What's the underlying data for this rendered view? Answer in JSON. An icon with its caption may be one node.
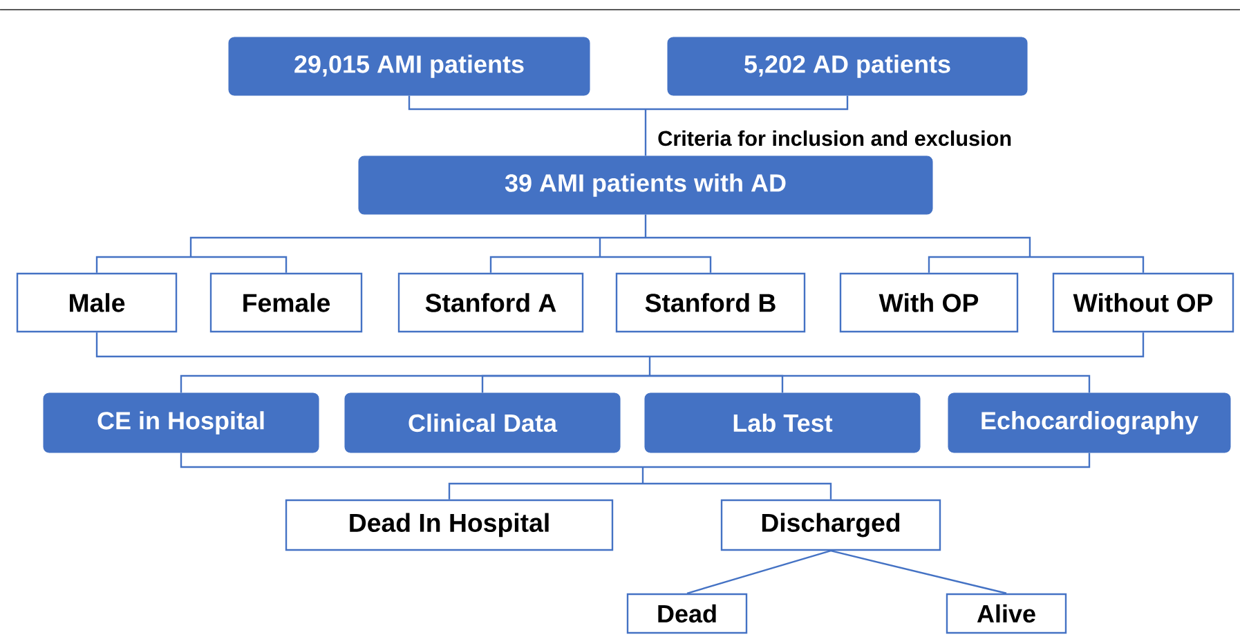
{
  "diagram": {
    "nodes": [
      {
        "text": [
          "29,015 AMI patients"
        ]
      },
      {
        "text": [
          "5,202 AD patients"
        ]
      },
      {
        "text": [
          "39 AMI patients with AD"
        ]
      },
      {
        "text": [
          "Male"
        ]
      },
      {
        "text": [
          "Female"
        ]
      },
      {
        "text": [
          "Stanford A"
        ]
      },
      {
        "text": [
          "Stanford B"
        ]
      },
      {
        "text": [
          "With OP"
        ]
      },
      {
        "text": [
          "Without OP"
        ]
      },
      {
        "text": [
          "CE in Hospital"
        ]
      },
      {
        "text": [
          "Clinical Data"
        ]
      },
      {
        "text": [
          "Lab Test"
        ]
      },
      {
        "text": [
          "Echocardiography"
        ]
      },
      {
        "text": [
          "Dead In Hospital"
        ]
      },
      {
        "text": [
          "Discharged"
        ]
      },
      {
        "text": [
          "Dead"
        ]
      },
      {
        "text": [
          "Alive"
        ]
      }
    ],
    "edges": [
      {
        "from": 0,
        "to": 2,
        "arrow": "none"
      },
      {
        "from": 1,
        "to": 2,
        "arrow": "none"
      },
      {
        "from": 2,
        "to": 3,
        "arrow": "none"
      },
      {
        "from": 2,
        "to": 4,
        "arrow": "none"
      },
      {
        "from": 2,
        "to": 5,
        "arrow": "none"
      },
      {
        "from": 2,
        "to": 6,
        "arrow": "none"
      },
      {
        "from": 2,
        "to": 7,
        "arrow": "none"
      },
      {
        "from": 2,
        "to": 8,
        "arrow": "none"
      },
      {
        "from": 3,
        "to": 9,
        "arrow": "none"
      },
      {
        "from": 3,
        "to": 10,
        "arrow": "none"
      },
      {
        "from": 3,
        "to": 11,
        "arrow": "none"
      },
      {
        "from": 3,
        "to": 12,
        "arrow": "none"
      },
      {
        "from": 8,
        "to": 9,
        "arrow": "none"
      },
      {
        "from": 8,
        "to": 10,
        "arrow": "none"
      },
      {
        "from": 8,
        "to": 11,
        "arrow": "none"
      },
      {
        "from": 8,
        "to": 12,
        "arrow": "none"
      },
      {
        "from": 9,
        "to": 13,
        "arrow": "none"
      },
      {
        "from": 9,
        "to": 14,
        "arrow": "none"
      },
      {
        "from": 12,
        "to": 13,
        "arrow": "none"
      },
      {
        "from": 12,
        "to": 14,
        "arrow": "none"
      },
      {
        "from": 14,
        "to": 15,
        "arrow": "none"
      },
      {
        "from": 14,
        "to": 16,
        "arrow": "none"
      }
    ],
    "labels": [
      "Criteria for inclusion and exclusion"
    ]
  }
}
